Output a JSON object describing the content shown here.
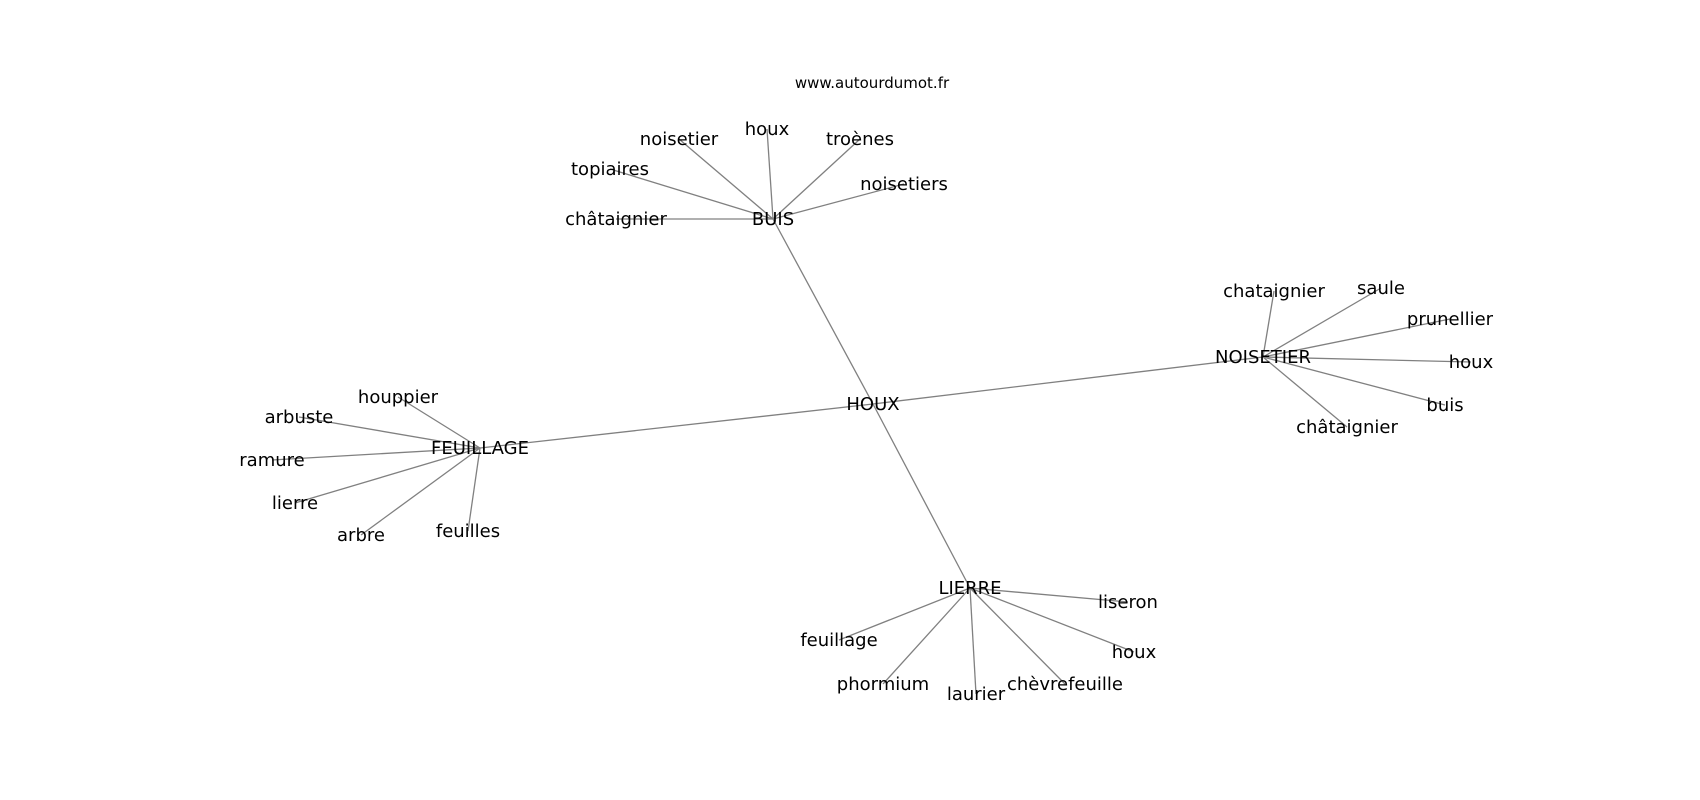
{
  "site_label": "www.autourdumot.fr",
  "center": "HOUX",
  "groups": [
    {
      "hub": "BUIS",
      "leaves": [
        "noisetier",
        "houx",
        "troènes",
        "noisetiers",
        "topiaires",
        "châtaignier"
      ]
    },
    {
      "hub": "NOISETIER",
      "leaves": [
        "chataignier",
        "saule",
        "prunellier",
        "houx",
        "buis",
        "châtaignier"
      ]
    },
    {
      "hub": "FEUILLAGE",
      "leaves": [
        "houppier",
        "arbuste",
        "ramure",
        "lierre",
        "arbre",
        "feuilles"
      ]
    },
    {
      "hub": "LIERRE",
      "leaves": [
        "liseron",
        "feuillage",
        "houx",
        "phormium",
        "laurier",
        "chèvrefeuille"
      ]
    }
  ],
  "colors": {
    "edge": "#808080",
    "text": "#000000",
    "background": "#ffffff"
  }
}
